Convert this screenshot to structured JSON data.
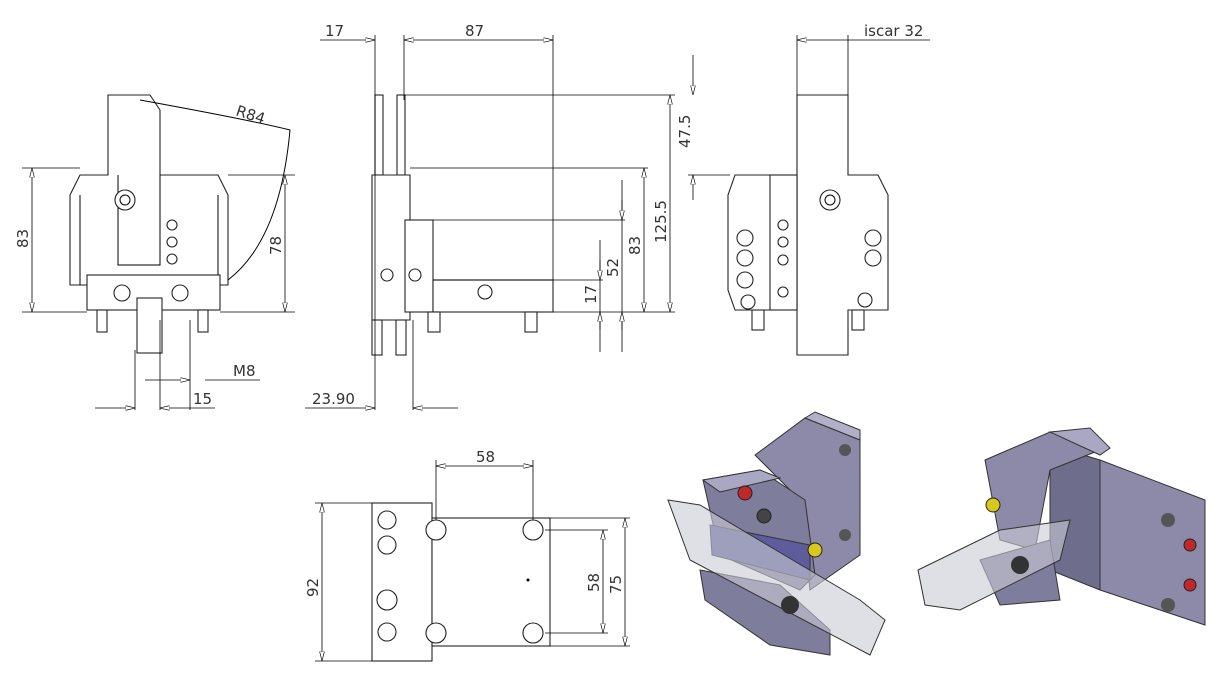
{
  "drawing": {
    "front_view": {
      "radius": "R84",
      "height_left": "83",
      "height_right": "78",
      "thread": "M8",
      "width_bottom": "15"
    },
    "side_view": {
      "top_left": "17",
      "top_width": "87",
      "bottom_offset": "23.90",
      "h_47_5": "47.5",
      "h_125_5": "125.5",
      "h_83": "83",
      "h_52": "52",
      "h_17": "17"
    },
    "rear_view": {
      "tool_holder": "iscar 32"
    },
    "bottom_view": {
      "hole_spacing_x": "58",
      "overall_height": "92",
      "hole_spacing_y": "58",
      "plate_height": "75"
    }
  },
  "colors": {
    "body": "#8c8aa8",
    "body_dark": "#5e5c7a",
    "window": "#c9ccd6",
    "accent_yellow": "#d8c81a",
    "accent_red": "#c0282a"
  }
}
